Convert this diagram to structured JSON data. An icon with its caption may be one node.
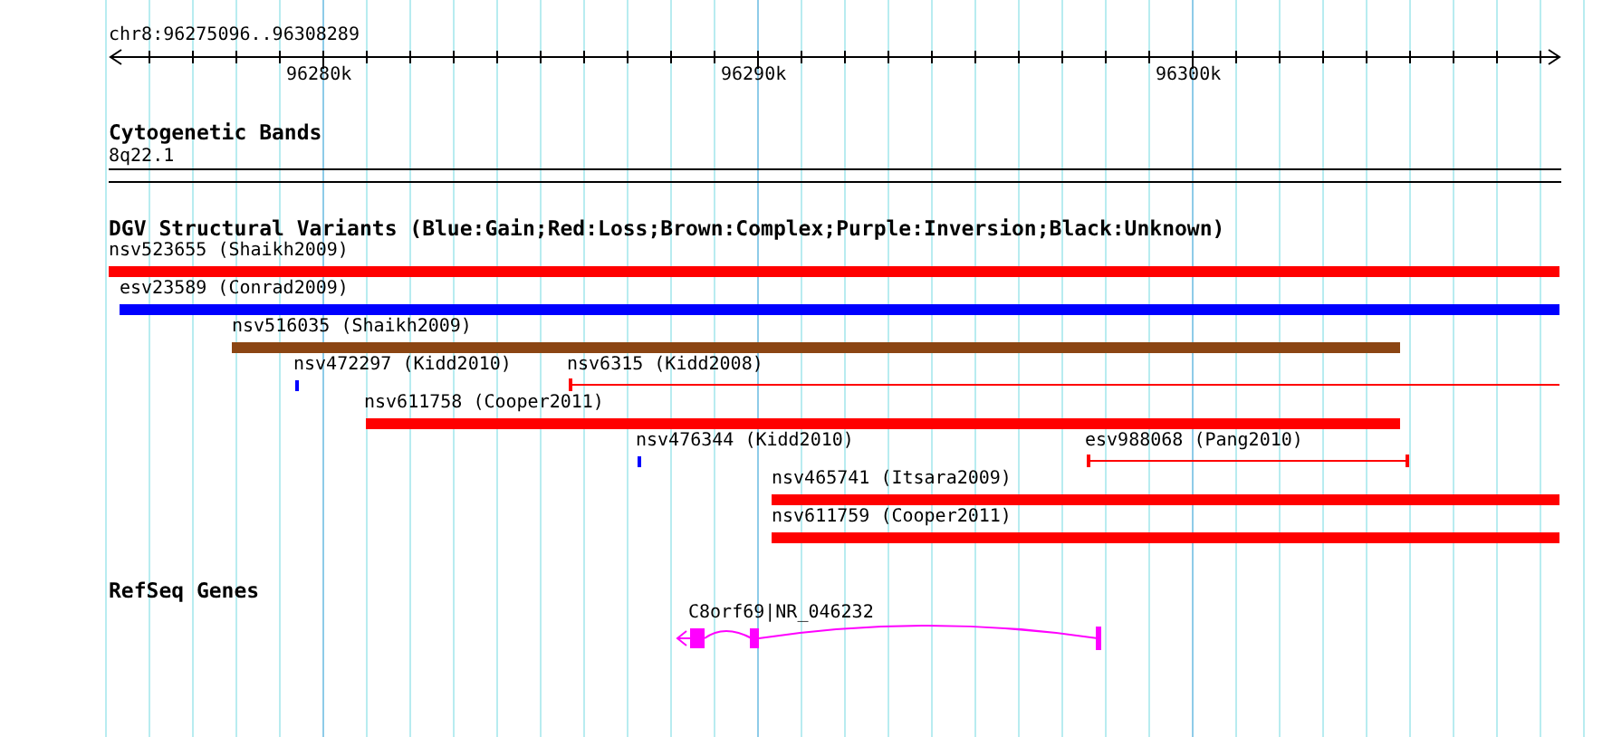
{
  "diagram": {
    "nodes": [
      {
        "text": [
          "nsv523655 (Shaikh2009)"
        ]
      },
      {
        "text": [
          "esv23589 (Conrad2009)"
        ]
      },
      {
        "text": [
          "nsv516035 (Shaikh2009)"
        ]
      },
      {
        "text": [
          "nsv472297 (Kidd2010)"
        ]
      },
      {
        "text": [
          "nsv6315 (Kidd2008)"
        ]
      },
      {
        "text": [
          "nsv611758 (Cooper2011)"
        ]
      },
      {
        "text": [
          "nsv476344 (Kidd2010)"
        ]
      },
      {
        "text": [
          "esv988068 (Pang2010)"
        ]
      },
      {
        "text": [
          "nsv465741 (Itsara2009)"
        ]
      },
      {
        "text": [
          "nsv611759 (Cooper2011)"
        ]
      },
      {
        "text": [
          "C8orf69|NR_046232"
        ]
      }
    ],
    "labels": [
      "chr8:96275096..96308289",
      "96280k",
      "96290k",
      "96300k",
      "Cytogenetic Bands",
      "8q22.1",
      "DGV Structural Variants (Blue:Gain;Red:Loss;Brown:Complex;Purple:Inversion;Black:Unknown)",
      "RefSeq Genes"
    ]
  }
}
